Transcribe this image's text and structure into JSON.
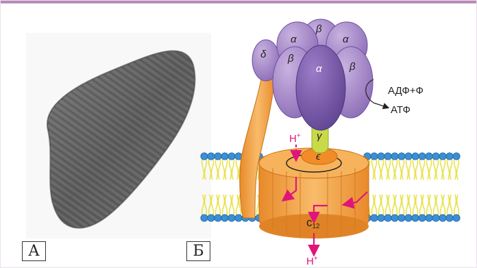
{
  "panels": {
    "left_label": "А",
    "right_label": "Б"
  },
  "atp_synthase": {
    "subunits": {
      "alpha": "α",
      "beta": "β",
      "gamma": "γ",
      "delta": "δ",
      "epsilon": "ϵ",
      "c_ring_base": "c",
      "c_ring_sub": "12"
    },
    "reaction_input": "АДФ+Ф",
    "reaction_output": "АТФ",
    "proton_top": "H",
    "proton_bottom": "H",
    "proton_charge": "+"
  },
  "colors": {
    "frame_accent": "#b88ab8",
    "f1_head": "#a98bc4",
    "f1_dark": "#7b5ea7",
    "stalk": "#c8d94a",
    "rotor": "#f3a54a",
    "proton_arrow": "#e0157a",
    "membrane_head": "#3a8fd6",
    "membrane_tail": "#e8e24a"
  }
}
